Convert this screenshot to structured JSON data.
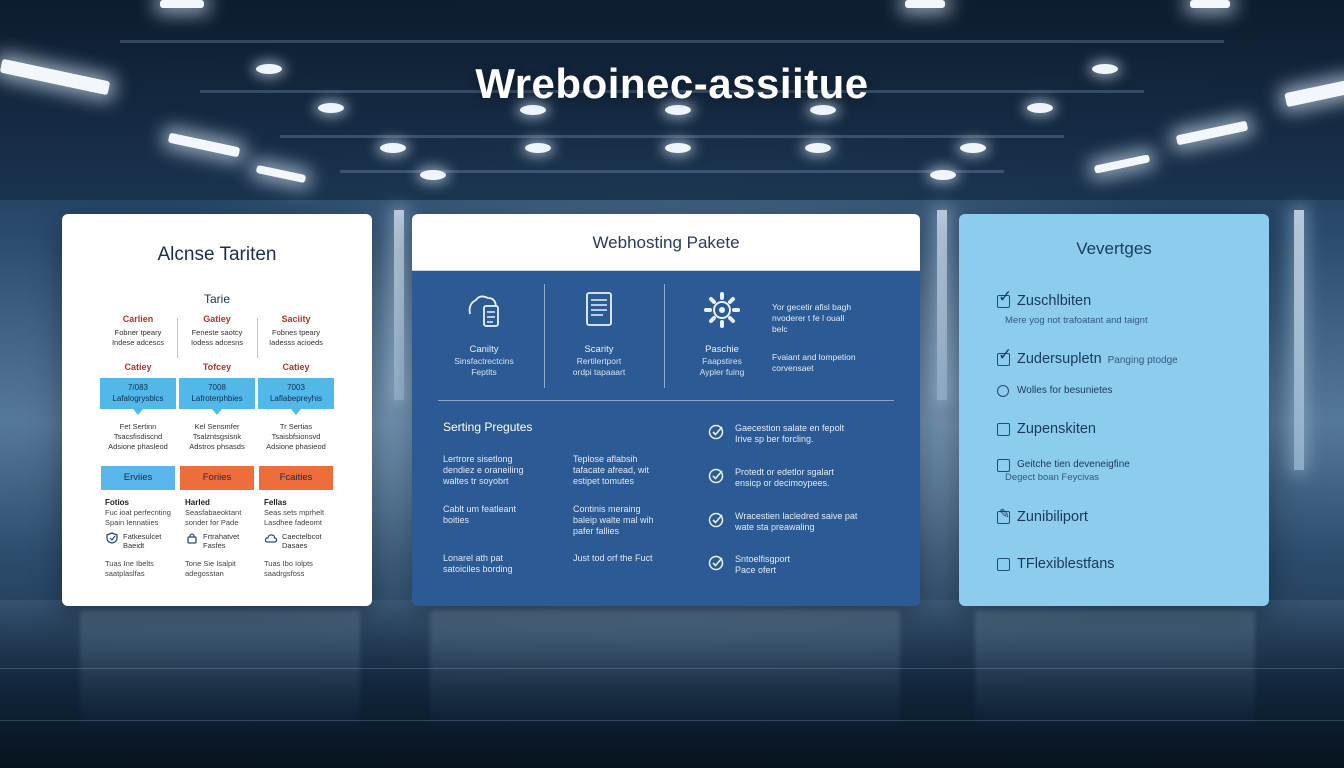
{
  "page_title": "Wreboinec-assiitue",
  "left_panel": {
    "title": "Alcnse Tariten",
    "subtitle": "Tarie",
    "columns": [
      {
        "head": "Carlien",
        "text1": "Fobner tpeary\nIndese adcescs",
        "head2": "Catiey",
        "box": "7/083\nLafalogrysblcs",
        "text2": "Fet Sertinn\nTsacsfisdiscnd\nAdsione phasleod"
      },
      {
        "head": "Gatiey",
        "text1": "Feneste saotcy\nIodess adcesns",
        "head2": "Tofcey",
        "box": "7008\nLafroterphbies",
        "text2": "Kel Sensmfer\nTsalzntsgsisnk\nAdstros phsasds"
      },
      {
        "head": "Saciity",
        "text1": "Fobnes tpeary\nIadesss acioeds",
        "head2": "Catiey",
        "box": "7003\nLaflabepreyhis",
        "text2": "Tr Sertias\nTsaisbfsionsvd\nAdsione phasieod"
      }
    ],
    "tags": [
      "Erviies",
      "Foriies",
      "Fcaities"
    ],
    "tag_colors": [
      "#58b6ea",
      "#ee6d3c",
      "#ee6d3c"
    ],
    "footers": [
      {
        "head": "Fotios",
        "text": "Fuc ioat perfecnting\nSpain Iennatiies",
        "icon": "shield-icon",
        "icon_text": "Fatkesulcet\nBaeidt",
        "bottom": "Tuas Ine Ibelts\nsaatplaslfas"
      },
      {
        "head": "Harled",
        "text": "Seasfabaeoktant\nsonder for Pade",
        "icon": "lock-icon",
        "icon_text": "Frtrahatvet\nFasfes",
        "bottom": "Tone Sie Isalpit\nadegosstan"
      },
      {
        "head": "Fellas",
        "text": "Seas sets mprhelt\nLasdhee fadeomt",
        "icon": "cloud-icon",
        "icon_text": "Caectelbcot\nDasaes",
        "bottom": "Tuas Ibo Iolpts\nsaadrgsfoss"
      }
    ]
  },
  "middle_panel": {
    "title": "Webhosting Pakete",
    "features": [
      {
        "icon": "server-cloud-icon",
        "name": "Canilty",
        "desc": "Sinsfactrectcins\nFeptlts"
      },
      {
        "icon": "document-icon",
        "name": "Scarity",
        "desc": "Rertilertport\nordpi tapaaart"
      },
      {
        "icon": "gear-icon",
        "name": "Paschie",
        "desc": "Faapstires\nAypler fuing"
      }
    ],
    "side_text_top": "Yor gecetir afisl bagh\nnvoderer t fe l ouall\nbelc",
    "side_text_bottom": "Fvaiant and lompetion\ncorvensaet",
    "section_title": "Serting Pregutes",
    "text_grid": [
      "Lertrore sisetlong\ndendiez e oraneiling\nwaltes tr soyobrt",
      "Teplose aflabsih\ntafacate afread, wit\nestipet tomutes",
      "Cablt um featleant\nboities",
      "Continis meraing\nbaleip walte mal wih\npafer fallies",
      "Lonarel ath pat\nsatoiciles bording",
      "Just tod orf the Fuct"
    ],
    "check_items": [
      "Gaecestion salate en fepolt\nIrive sp ber forcling.",
      "Protedt or edetlor sgalart\nensicp or decimoypees.",
      "Wracestien lacledred saive pat\nwate sta preawaling",
      "Sntoelfisgport\nPace ofert"
    ]
  },
  "right_panel": {
    "title": "Vevertges",
    "items": [
      {
        "type": "checked",
        "label": "Zuschlbiten",
        "sub": "Mere yog not trafoatant and taignt"
      },
      {
        "type": "checked",
        "label": "Zudersupletn",
        "note": "Panging ptodge"
      },
      {
        "type": "radio",
        "label": "Wolles for besunietes"
      },
      {
        "type": "empty",
        "label": "Zupenskiten"
      },
      {
        "type": "empty",
        "label": "Geitche tien deveneigfine",
        "sub": "Degect boan Feycivas"
      },
      {
        "type": "edit",
        "label": "Zunibiliport"
      },
      {
        "type": "empty",
        "label": "TFlexiblestfans"
      }
    ]
  }
}
